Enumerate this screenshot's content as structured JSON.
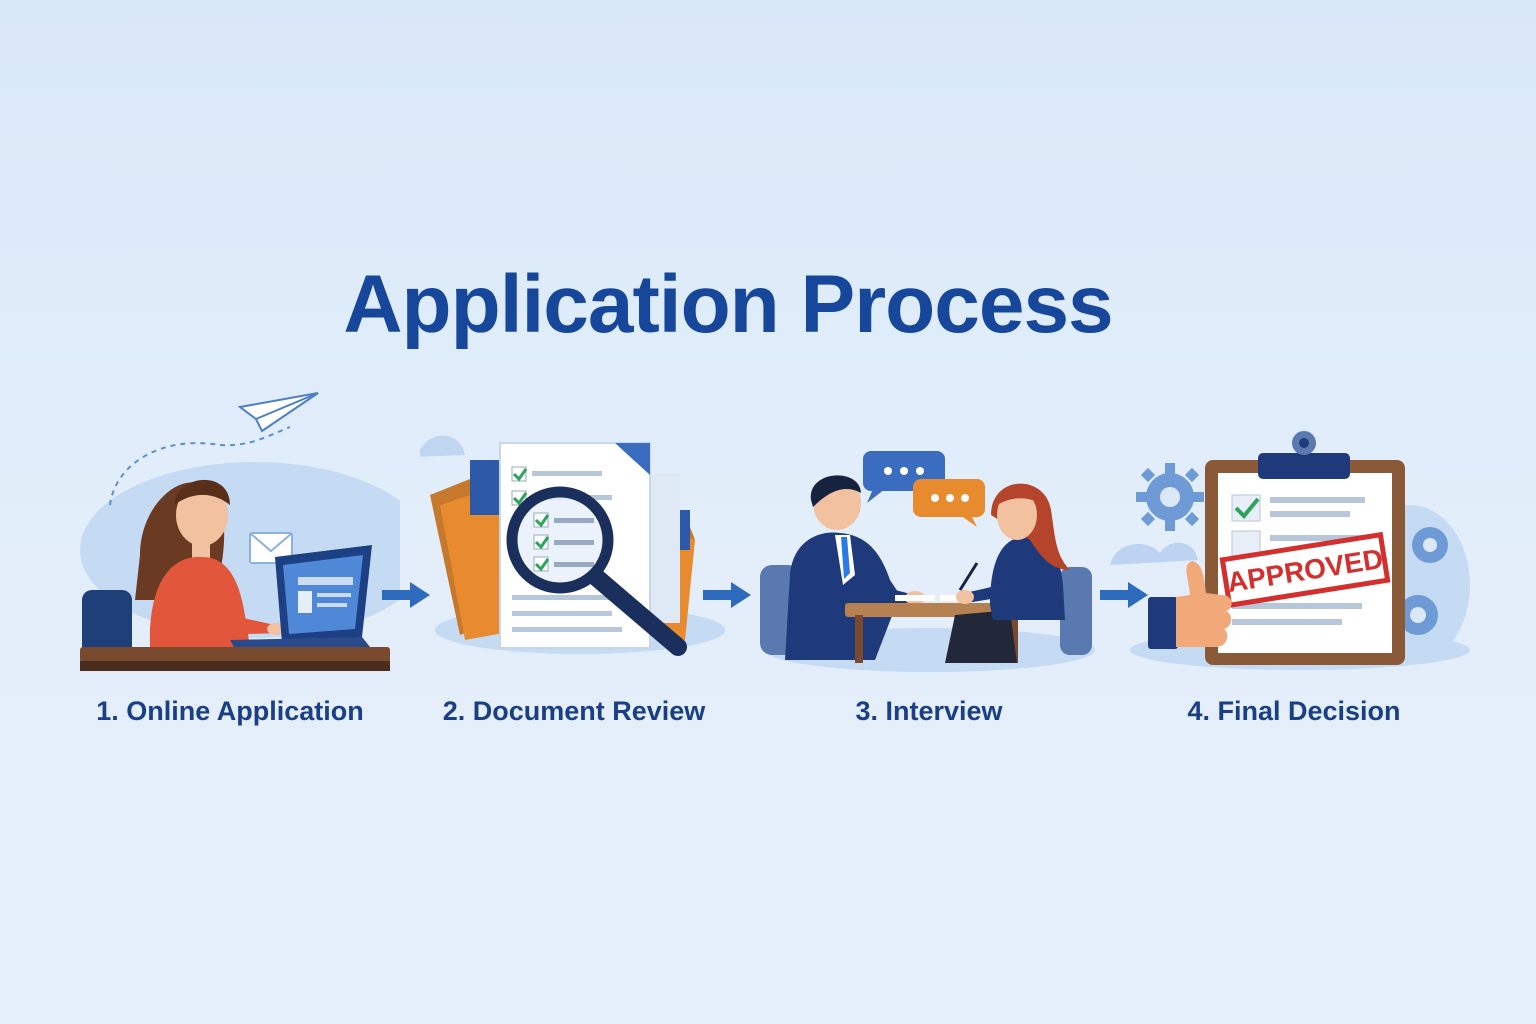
{
  "title": "Application Process",
  "steps": [
    {
      "label": "1. Online Application",
      "icon": "woman-at-laptop-icon"
    },
    {
      "label": "2. Document Review",
      "icon": "magnifier-documents-icon"
    },
    {
      "label": "3. Interview",
      "icon": "interview-meeting-icon"
    },
    {
      "label": "4. Final Decision",
      "icon": "approved-clipboard-icon"
    }
  ],
  "stamp_text": "APPROVED",
  "colors": {
    "title": "#17479a",
    "label": "#1a3f85",
    "arrow": "#2f6bbd",
    "background": "#dde9f8",
    "accent_orange": "#e88a2e",
    "stamp_red": "#d32f2f"
  }
}
